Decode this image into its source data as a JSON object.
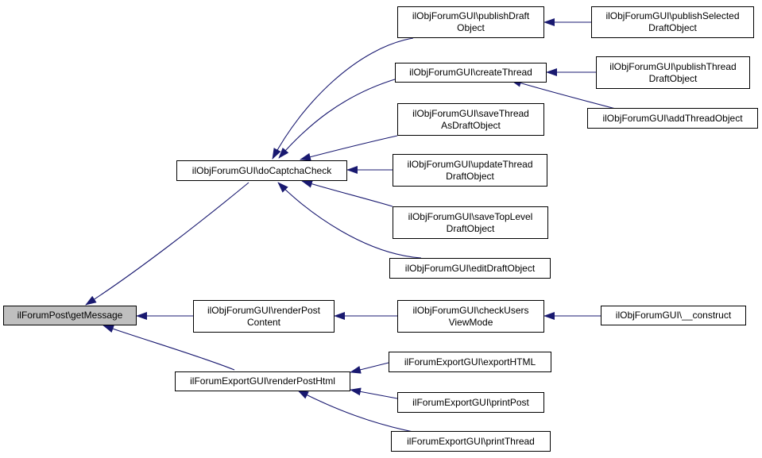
{
  "colors": {
    "edge": "#191970",
    "root_fill": "#bfbfbf",
    "node_fill": "#ffffff",
    "border": "#000000"
  },
  "nodes": {
    "getMessage": {
      "lines": [
        "ilForumPost\\getMessage"
      ]
    },
    "doCaptchaCheck": {
      "lines": [
        "ilObjForumGUI\\doCaptchaCheck"
      ]
    },
    "renderPostContent": {
      "lines": [
        "ilObjForumGUI\\renderPost",
        "Content"
      ]
    },
    "renderPostHtml": {
      "lines": [
        "ilForumExportGUI\\renderPostHtml"
      ]
    },
    "publishDraftObject": {
      "lines": [
        "ilObjForumGUI\\publishDraft",
        "Object"
      ]
    },
    "createThread": {
      "lines": [
        "ilObjForumGUI\\createThread"
      ]
    },
    "saveThreadAsDraftObject": {
      "lines": [
        "ilObjForumGUI\\saveThread",
        "AsDraftObject"
      ]
    },
    "updateThreadDraftObject": {
      "lines": [
        "ilObjForumGUI\\updateThread",
        "DraftObject"
      ]
    },
    "saveTopLevelDraftObject": {
      "lines": [
        "ilObjForumGUI\\saveTopLevel",
        "DraftObject"
      ]
    },
    "editDraftObject": {
      "lines": [
        "ilObjForumGUI\\editDraftObject"
      ]
    },
    "checkUsersViewMode": {
      "lines": [
        "ilObjForumGUI\\checkUsers",
        "ViewMode"
      ]
    },
    "exportHTML": {
      "lines": [
        "ilForumExportGUI\\exportHTML"
      ]
    },
    "printPost": {
      "lines": [
        "ilForumExportGUI\\printPost"
      ]
    },
    "printThread": {
      "lines": [
        "ilForumExportGUI\\printThread"
      ]
    },
    "publishSelectedDraftObject": {
      "lines": [
        "ilObjForumGUI\\publishSelected",
        "DraftObject"
      ]
    },
    "publishThreadDraftObject": {
      "lines": [
        "ilObjForumGUI\\publishThread",
        "DraftObject"
      ]
    },
    "addThreadObject": {
      "lines": [
        "ilObjForumGUI\\addThreadObject"
      ]
    },
    "construct": {
      "lines": [
        "ilObjForumGUI\\__construct"
      ]
    }
  },
  "edges": [
    {
      "from": "doCaptchaCheck",
      "to": "getMessage"
    },
    {
      "from": "renderPostContent",
      "to": "getMessage"
    },
    {
      "from": "renderPostHtml",
      "to": "getMessage"
    },
    {
      "from": "publishDraftObject",
      "to": "doCaptchaCheck"
    },
    {
      "from": "createThread",
      "to": "doCaptchaCheck"
    },
    {
      "from": "saveThreadAsDraftObject",
      "to": "doCaptchaCheck"
    },
    {
      "from": "updateThreadDraftObject",
      "to": "doCaptchaCheck"
    },
    {
      "from": "saveTopLevelDraftObject",
      "to": "doCaptchaCheck"
    },
    {
      "from": "editDraftObject",
      "to": "doCaptchaCheck"
    },
    {
      "from": "checkUsersViewMode",
      "to": "renderPostContent"
    },
    {
      "from": "exportHTML",
      "to": "renderPostHtml"
    },
    {
      "from": "printPost",
      "to": "renderPostHtml"
    },
    {
      "from": "printThread",
      "to": "renderPostHtml"
    },
    {
      "from": "publishSelectedDraftObject",
      "to": "publishDraftObject"
    },
    {
      "from": "publishThreadDraftObject",
      "to": "createThread"
    },
    {
      "from": "addThreadObject",
      "to": "createThread"
    },
    {
      "from": "construct",
      "to": "checkUsersViewMode"
    }
  ]
}
